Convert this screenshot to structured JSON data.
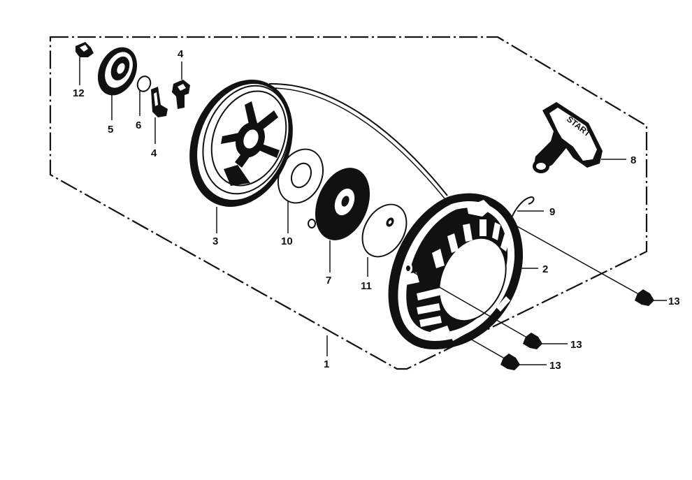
{
  "labels": {
    "assembly": "1",
    "case": "2",
    "pulley": "3",
    "pawl_a": "4",
    "pawl_b": "4",
    "friction_plate": "5",
    "spring_small": "6",
    "spring_main": "7",
    "handle": "8",
    "rope": "9",
    "washer_a": "10",
    "washer_b": "11",
    "screw_top": "12",
    "bolt_a": "13",
    "bolt_b": "13",
    "bolt_c": "13"
  },
  "handle_text": "START",
  "colors": {
    "ink": "#111111",
    "paper": "#ffffff"
  }
}
